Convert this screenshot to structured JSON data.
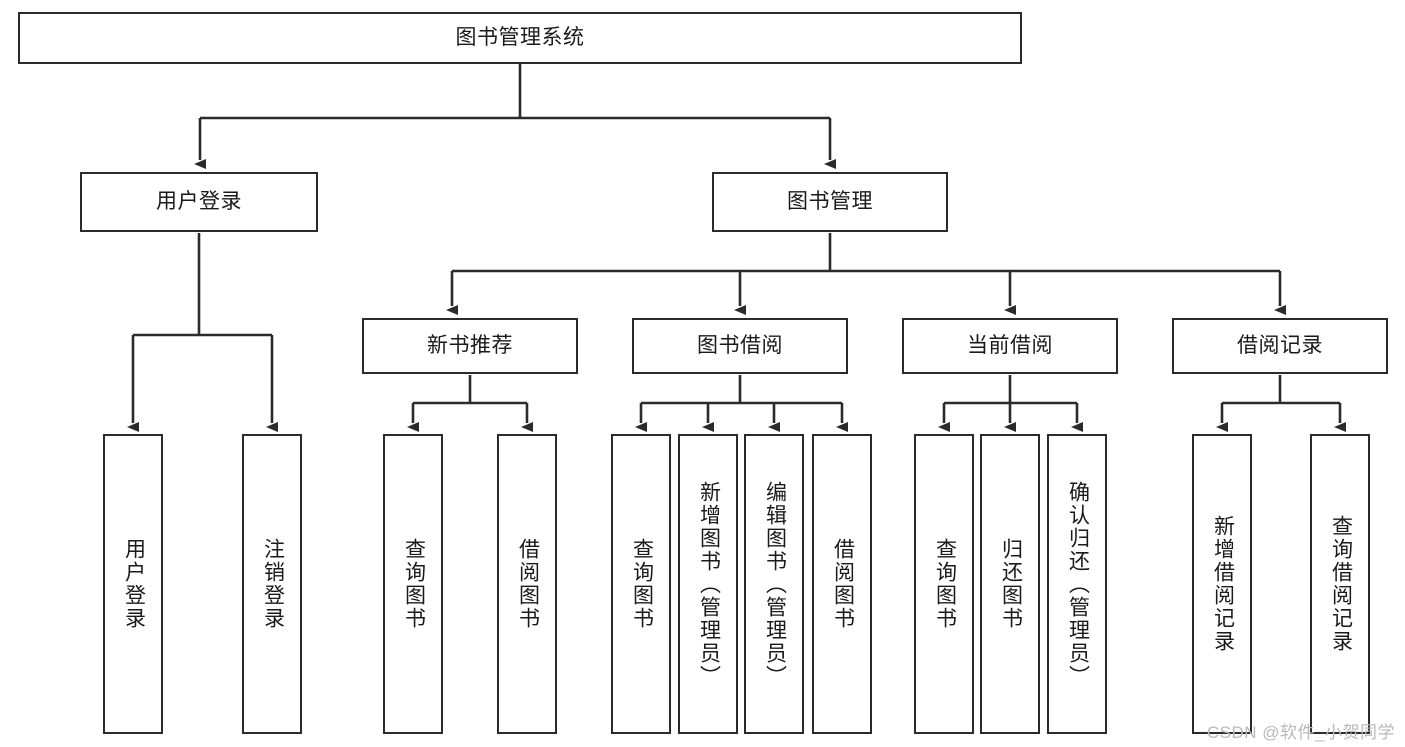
{
  "diagram": {
    "type": "tree-hierarchy-diagram",
    "title": "图书管理系统",
    "stroke_color": "#2b2b2b",
    "fill_color": "#ffffff",
    "watermark": "CSDN @软件_小贺同学",
    "nodes": {
      "root": {
        "label": "图书管理系统"
      },
      "level2": [
        {
          "label": "用户登录"
        },
        {
          "label": "图书管理"
        }
      ],
      "level3": [
        {
          "label": "新书推荐"
        },
        {
          "label": "图书借阅"
        },
        {
          "label": "当前借阅"
        },
        {
          "label": "借阅记录"
        }
      ],
      "leaves_user_login": [
        {
          "label": "用户登录"
        },
        {
          "label": "注销登录"
        }
      ],
      "leaves_new_book": [
        {
          "label": "查询图书"
        },
        {
          "label": "借阅图书"
        }
      ],
      "leaves_borrow": [
        {
          "label": "查询图书"
        },
        {
          "label": "新增图书（管理员）"
        },
        {
          "label": "编辑图书（管理员）"
        },
        {
          "label": "借阅图书"
        }
      ],
      "leaves_current": [
        {
          "label": "查询图书"
        },
        {
          "label": "归还图书"
        },
        {
          "label": "确认归还（管理员）"
        }
      ],
      "leaves_records": [
        {
          "label": "新增借阅记录"
        },
        {
          "label": "查询借阅记录"
        }
      ]
    }
  }
}
